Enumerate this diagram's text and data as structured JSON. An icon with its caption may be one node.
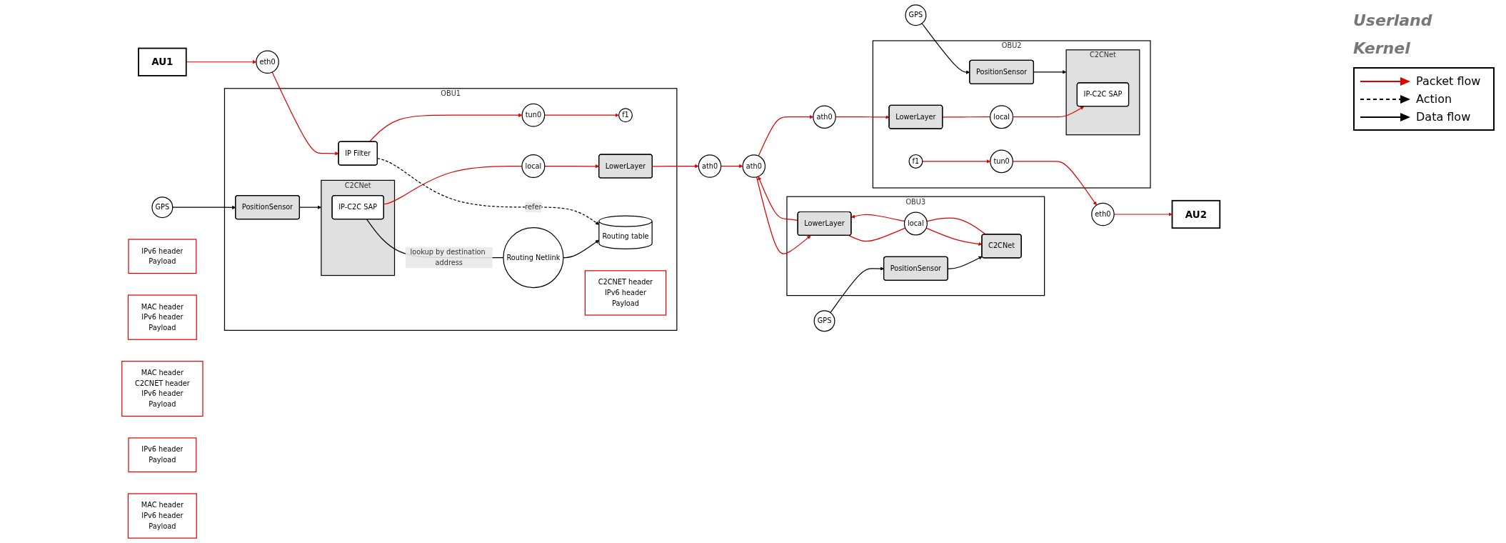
{
  "diagram": {
    "nodes": [
      {
        "text": [
          "OBU1"
        ]
      },
      {
        "text": [
          "GPS"
        ]
      },
      {
        "text": [
          "PositionSensor"
        ],
        "in": 0
      },
      {
        "text": [
          "C2CNet"
        ],
        "in": 0
      },
      {
        "text": [
          "IP-C2C SAP"
        ],
        "in": 3
      },
      {
        "text": [
          "f1"
        ],
        "in": 0
      },
      {
        "text": [
          "tun0"
        ],
        "in": 0
      },
      {
        "text": [
          "Routing Netlink"
        ],
        "in": 0
      },
      {
        "text": [
          "local"
        ],
        "in": 0
      },
      {
        "text": [
          "LowerLayer"
        ],
        "in": 0
      },
      {
        "text": [
          "IP Filter"
        ],
        "in": 0
      },
      {
        "text": [
          "Routing table"
        ],
        "in": 0
      },
      {
        "text": [
          "eth0"
        ]
      },
      {
        "text": [
          "ath0"
        ]
      },
      {
        "text": [
          "AU1"
        ]
      },
      {
        "text": [
          "OBU3"
        ]
      },
      {
        "text": [
          "GPS"
        ]
      },
      {
        "text": [
          "PositionSensor"
        ],
        "in": 15
      },
      {
        "text": [
          "LowerLayer"
        ],
        "in": 15
      },
      {
        "text": [
          "C2CNet"
        ],
        "in": 15
      },
      {
        "text": [
          "local"
        ],
        "in": 15
      },
      {
        "text": [
          "ath0"
        ]
      },
      {
        "text": [
          "OBU2"
        ]
      },
      {
        "text": [
          "GPS"
        ]
      },
      {
        "text": [
          "PositionSensor"
        ],
        "in": 22
      },
      {
        "text": [
          "LowerLayer"
        ],
        "in": 22
      },
      {
        "text": [
          "C2CNet"
        ],
        "in": 22
      },
      {
        "text": [
          "IP-C2C SAP"
        ],
        "in": 26
      },
      {
        "text": [
          "f1"
        ],
        "in": 22
      },
      {
        "text": [
          "local"
        ],
        "in": 22
      },
      {
        "text": [
          "tun0"
        ],
        "in": 22
      },
      {
        "text": [
          "ath0"
        ]
      },
      {
        "text": [
          "eth0"
        ]
      },
      {
        "text": [
          "AU2"
        ]
      },
      {
        "text": [
          "IPv6 header",
          "Payload"
        ]
      },
      {
        "text": [
          "MAC header",
          "IPv6 header",
          "Payload"
        ]
      },
      {
        "text": [
          "C2CNET header",
          "IPv6 header",
          "Payload"
        ],
        "in": 0
      },
      {
        "text": [
          "MAC header",
          "C2CNET header",
          "IPv6 header",
          "Payload"
        ]
      },
      {
        "text": [
          "IPv6 header",
          "Payload"
        ]
      },
      {
        "text": [
          "MAC header",
          "IPv6 header",
          "Payload"
        ]
      }
    ],
    "edges": [
      {
        "from": 1,
        "to": 2,
        "arrow": "to",
        "color": "#000000"
      },
      {
        "from": 2,
        "to": 3,
        "arrow": "to",
        "color": "#000000"
      },
      {
        "from": 4,
        "to": 7,
        "arrow": "none",
        "label": "lookup by destination address",
        "color": "#000000"
      },
      {
        "from": 7,
        "to": 11,
        "arrow": "to",
        "color": "#000000"
      },
      {
        "from": 10,
        "to": 11,
        "arrow": "to",
        "label": "refer",
        "style": "dashed",
        "color": "#000000"
      },
      {
        "from": 14,
        "to": 12,
        "arrow": "to"
      },
      {
        "from": 12,
        "to": 10,
        "arrow": "to"
      },
      {
        "from": 10,
        "to": 6,
        "arrow": "to"
      },
      {
        "from": 6,
        "to": 5,
        "arrow": "to"
      },
      {
        "from": 4,
        "to": 8,
        "arrow": "none"
      },
      {
        "from": 8,
        "to": 9,
        "arrow": "to"
      },
      {
        "from": 9,
        "to": 13,
        "arrow": "to"
      },
      {
        "from": 13,
        "to": 21,
        "arrow": "to"
      },
      {
        "from": 16,
        "to": 17,
        "arrow": "to",
        "color": "#000000"
      },
      {
        "from": 17,
        "to": 19,
        "arrow": "to",
        "color": "#000000"
      },
      {
        "from": 21,
        "to": 18,
        "arrow": "to"
      },
      {
        "from": 18,
        "to": 21,
        "arrow": "to"
      },
      {
        "from": 18,
        "to": 20,
        "arrow": "none"
      },
      {
        "from": 20,
        "to": 19,
        "arrow": "to"
      },
      {
        "from": 19,
        "to": 20,
        "arrow": "none"
      },
      {
        "from": 20,
        "to": 18,
        "arrow": "to"
      },
      {
        "from": 21,
        "to": 31,
        "arrow": "to"
      },
      {
        "from": 23,
        "to": 24,
        "arrow": "to",
        "color": "#000000"
      },
      {
        "from": 24,
        "to": 26,
        "arrow": "to",
        "color": "#000000"
      },
      {
        "from": 31,
        "to": 25,
        "arrow": "to"
      },
      {
        "from": 25,
        "to": 29,
        "arrow": "none"
      },
      {
        "from": 29,
        "to": 27,
        "arrow": "to"
      },
      {
        "from": 28,
        "to": 30,
        "arrow": "to"
      },
      {
        "from": 30,
        "to": 32,
        "arrow": "to"
      },
      {
        "from": 32,
        "to": 33,
        "arrow": "to"
      }
    ],
    "labels": [
      "Userland",
      "Kernel"
    ],
    "legend": [
      {
        "text": "Packet flow"
      },
      {
        "text": "Action"
      },
      {
        "text": "Data flow"
      }
    ]
  }
}
